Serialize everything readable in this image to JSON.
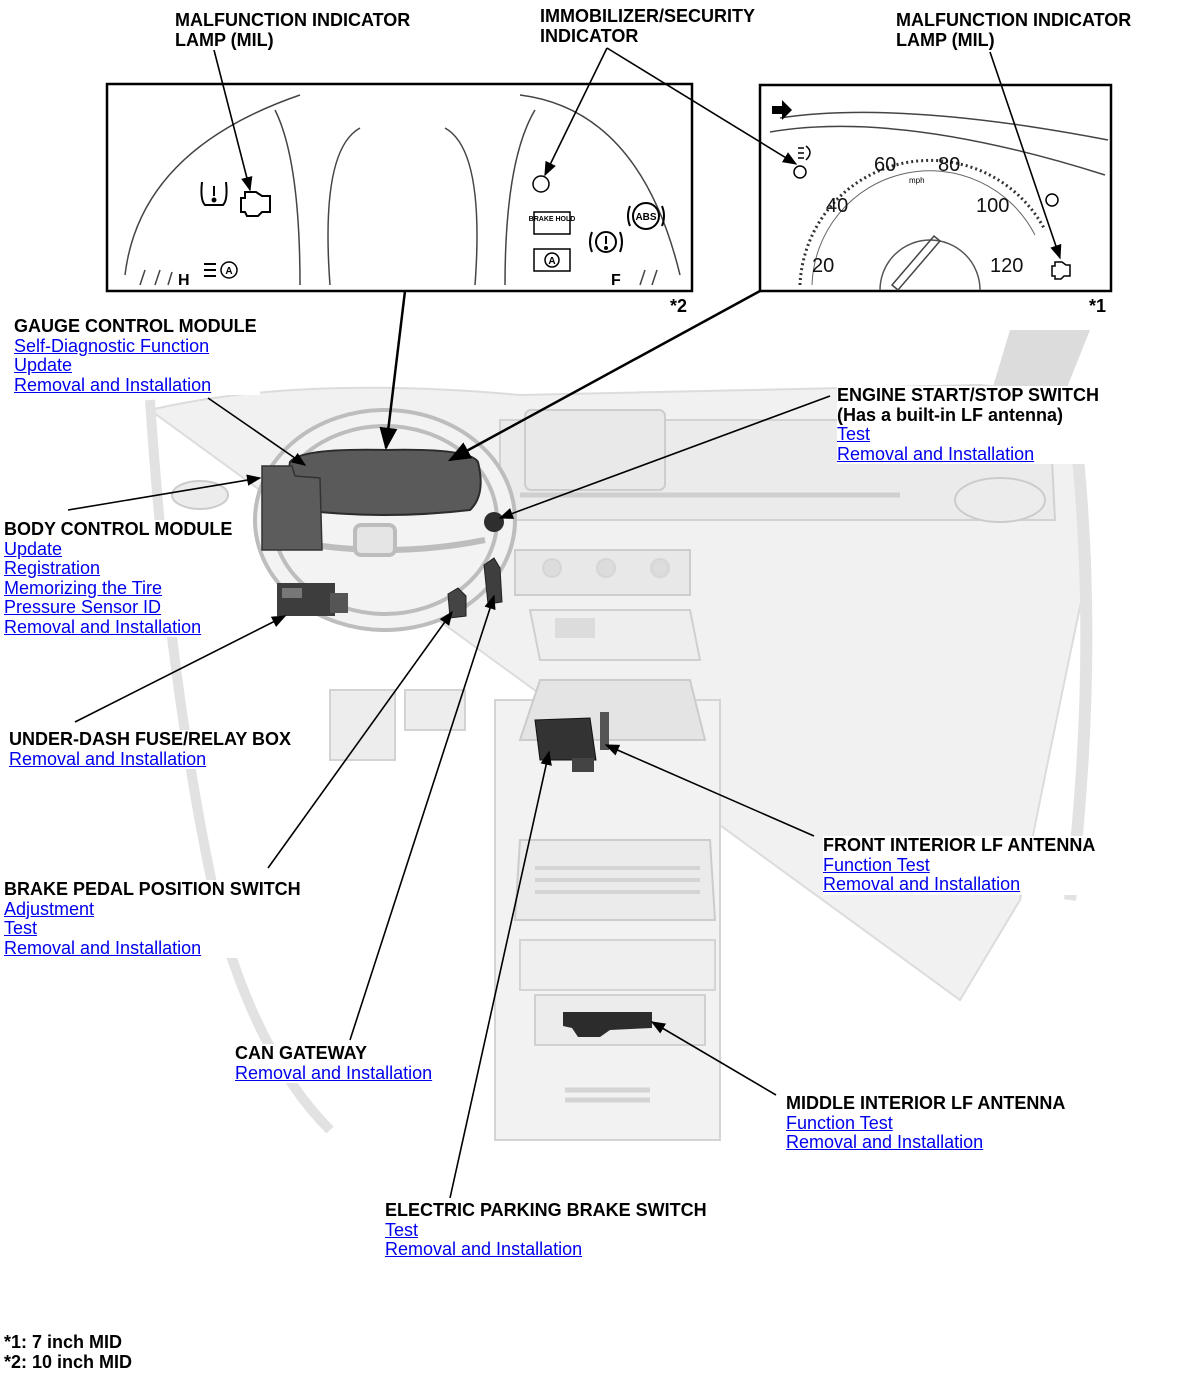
{
  "callouts": {
    "mil_left": {
      "line1": "MALFUNCTION INDICATOR",
      "line2": "LAMP (MIL)"
    },
    "immobilizer": {
      "line1": "IMMOBILIZER/SECURITY",
      "line2": "INDICATOR"
    },
    "mil_right": {
      "line1": "MALFUNCTION INDICATOR",
      "line2": "LAMP (MIL)"
    }
  },
  "insets": {
    "ten_inch_marker": "*2",
    "seven_inch_marker": "*1",
    "gauge_glyphs": {
      "h": "H",
      "f": "F",
      "brake_hold": "BRAKE HOLD",
      "abs": "ABS",
      "auto": "A",
      "mph": "mph",
      "speeds": [
        "20",
        "40",
        "60",
        "80",
        "100",
        "120"
      ]
    }
  },
  "components": {
    "gauge_control_module": {
      "title": "GAUGE CONTROL MODULE",
      "links": [
        "Self-Diagnostic Function",
        "Update",
        "Removal and Installation"
      ]
    },
    "engine_start_stop": {
      "title": "ENGINE START/STOP SWITCH",
      "subtitle": "(Has a built-in LF antenna)",
      "links": [
        "Test",
        "Removal and Installation"
      ]
    },
    "body_control_module": {
      "title": "BODY CONTROL MODULE",
      "links": [
        "Update",
        "Registration",
        "Memorizing the Tire",
        "Pressure Sensor ID",
        "Removal and Installation"
      ]
    },
    "under_dash_fuse": {
      "title": "UNDER-DASH FUSE/RELAY BOX",
      "links": [
        "Removal and Installation"
      ]
    },
    "front_interior_lf": {
      "title": "FRONT INTERIOR LF ANTENNA",
      "links": [
        "Function Test",
        "Removal and Installation"
      ]
    },
    "brake_pedal_switch": {
      "title": "BRAKE PEDAL POSITION SWITCH",
      "links": [
        "Adjustment",
        "Test",
        "Removal and Installation"
      ]
    },
    "can_gateway": {
      "title": "CAN GATEWAY",
      "links": [
        "Removal and Installation"
      ]
    },
    "middle_interior_lf": {
      "title": "MIDDLE INTERIOR LF ANTENNA",
      "links": [
        "Function Test",
        "Removal and Installation"
      ]
    },
    "electric_parking_brake": {
      "title": "ELECTRIC PARKING BRAKE SWITCH",
      "links": [
        "Test",
        "Removal and Installation"
      ]
    }
  },
  "footnotes": [
    "*1: 7 inch MID",
    "*2: 10 inch MID"
  ]
}
